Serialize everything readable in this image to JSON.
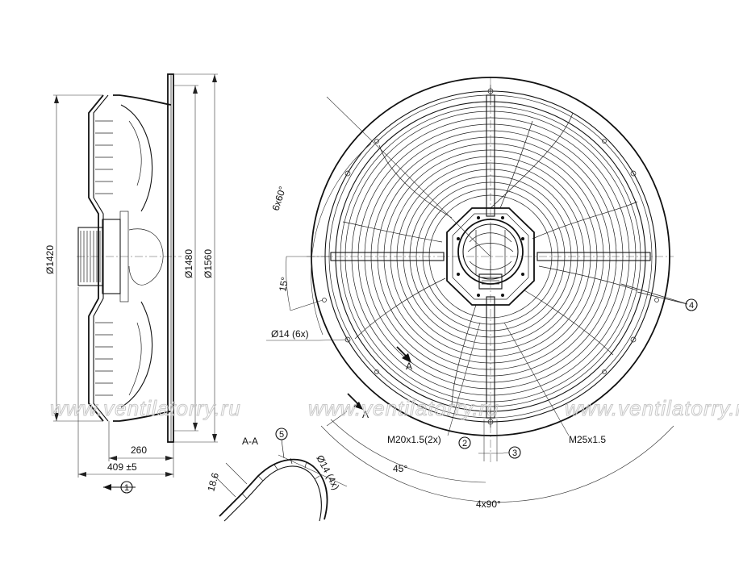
{
  "watermark": "www.ventilatorry.ru",
  "side_view": {
    "dim_diameter_1420": "Ø1420",
    "dim_diameter_1480": "Ø1480",
    "dim_diameter_1560": "Ø1560",
    "dim_depth_260": "260",
    "dim_depth_409": "409 ±5",
    "callout_1": "1"
  },
  "section_view": {
    "title": "A-A",
    "callout_5": "5",
    "dim_186": "18.6",
    "hole": "Ø14 (4x)"
  },
  "front_view": {
    "angle_6x60": "6x60°",
    "angle_15": "15°",
    "holes_6x": "Ø14 (6x)",
    "section_mark_a1": "A",
    "section_mark_a2": "A",
    "cable_gland_m20": "M20x1.5(2x)",
    "cable_gland_m25": "M25x1.5",
    "angle_45": "45°",
    "angle_4x90": "4x90°",
    "callout_2": "2",
    "callout_3": "3",
    "callout_4": "4"
  }
}
